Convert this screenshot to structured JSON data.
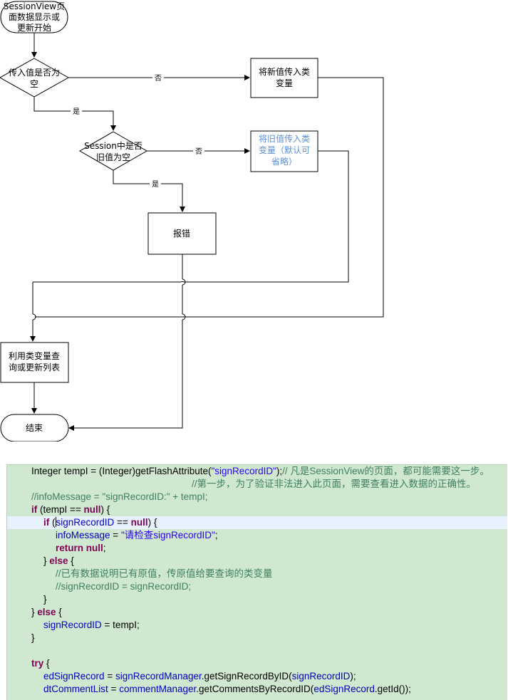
{
  "flowchart": {
    "nodes": {
      "start": [
        "SessionView页",
        "面数据显示或",
        "更新开始"
      ],
      "decision1": [
        "传入值是否为",
        "空"
      ],
      "action_new": [
        "将新值传入类",
        "变量"
      ],
      "decision2": [
        "Session中是否",
        "旧值为空"
      ],
      "action_old": [
        "将旧值传入类",
        "变量（默认可",
        "省略）"
      ],
      "error": [
        "报错"
      ],
      "query": [
        "利用类变量查",
        "询或更新列表"
      ],
      "end": [
        "结束"
      ]
    },
    "edges": {
      "no1": "否",
      "yes1": "是",
      "no2": "否",
      "yes2": "是"
    }
  },
  "code": {
    "lines": [
      {
        "indent": 0,
        "highlight": false,
        "tokens": [
          {
            "t": "Integer tempI = (Integer)getFlashAttribute(",
            "c": ""
          },
          {
            "t": "\"signRecordID\"",
            "c": "st"
          },
          {
            "t": ");",
            "c": ""
          },
          {
            "t": "// 凡是SessionView的页面，都可能需要这一步。",
            "c": "cm"
          }
        ]
      },
      {
        "indent": 0,
        "highlight": false,
        "tokens": [
          {
            "t": "                                                            //第一步，为了验证非法进入此页面，需要查看进入数据的正确性。",
            "c": "cm"
          }
        ]
      },
      {
        "indent": 0,
        "highlight": false,
        "tokens": [
          {
            "t": "//infoMessage = \"signRecordID:\" + tempI;",
            "c": "cm"
          }
        ]
      },
      {
        "indent": 0,
        "highlight": false,
        "tokens": [
          {
            "t": "if",
            "c": "kw"
          },
          {
            "t": " (tempI == ",
            "c": ""
          },
          {
            "t": "null",
            "c": "kw"
          },
          {
            "t": ") {",
            "c": ""
          }
        ]
      },
      {
        "indent": 1,
        "highlight": true,
        "tokens": [
          {
            "t": "if",
            "c": "kw"
          },
          {
            "t": " (",
            "c": ""
          },
          {
            "t": "|",
            "c": "cursor"
          },
          {
            "t": "signRecordID",
            "c": "fd"
          },
          {
            "t": " == ",
            "c": ""
          },
          {
            "t": "null",
            "c": "kw"
          },
          {
            "t": ") {",
            "c": ""
          }
        ]
      },
      {
        "indent": 2,
        "highlight": false,
        "tokens": [
          {
            "t": "infoMessage",
            "c": "fd"
          },
          {
            "t": " = ",
            "c": ""
          },
          {
            "t": "\"请检查signRecordID\"",
            "c": "st"
          },
          {
            "t": ";",
            "c": ""
          }
        ]
      },
      {
        "indent": 2,
        "highlight": false,
        "tokens": [
          {
            "t": "return",
            "c": "kw"
          },
          {
            "t": " ",
            "c": ""
          },
          {
            "t": "null",
            "c": "kw"
          },
          {
            "t": ";",
            "c": ""
          }
        ]
      },
      {
        "indent": 1,
        "highlight": false,
        "tokens": [
          {
            "t": "} ",
            "c": ""
          },
          {
            "t": "else",
            "c": "kw"
          },
          {
            "t": " {",
            "c": ""
          }
        ]
      },
      {
        "indent": 2,
        "highlight": false,
        "tokens": [
          {
            "t": "//已有数据说明已有原值，传原值给要查询的类变量",
            "c": "cm"
          }
        ]
      },
      {
        "indent": 2,
        "highlight": false,
        "tokens": [
          {
            "t": "//signRecordID = signRecordID;",
            "c": "cm"
          }
        ]
      },
      {
        "indent": 1,
        "highlight": false,
        "tokens": [
          {
            "t": "}",
            "c": ""
          }
        ]
      },
      {
        "indent": 0,
        "highlight": false,
        "tokens": [
          {
            "t": "} ",
            "c": ""
          },
          {
            "t": "else",
            "c": "kw"
          },
          {
            "t": " {",
            "c": ""
          }
        ]
      },
      {
        "indent": 1,
        "highlight": false,
        "tokens": [
          {
            "t": "signRecordID",
            "c": "fd"
          },
          {
            "t": " = tempI;",
            "c": ""
          }
        ]
      },
      {
        "indent": 0,
        "highlight": false,
        "tokens": [
          {
            "t": "}",
            "c": ""
          }
        ]
      },
      {
        "indent": 0,
        "highlight": false,
        "tokens": []
      },
      {
        "indent": 0,
        "highlight": false,
        "tokens": [
          {
            "t": "try",
            "c": "kw"
          },
          {
            "t": " {",
            "c": ""
          }
        ]
      },
      {
        "indent": 1,
        "highlight": false,
        "tokens": [
          {
            "t": "edSignRecord",
            "c": "fd"
          },
          {
            "t": " = ",
            "c": ""
          },
          {
            "t": "signRecordManager",
            "c": "fd"
          },
          {
            "t": ".getSignRecordByID(",
            "c": ""
          },
          {
            "t": "signRecordID",
            "c": "fd"
          },
          {
            "t": ");",
            "c": ""
          }
        ]
      },
      {
        "indent": 1,
        "highlight": false,
        "tokens": [
          {
            "t": "dtCommentList",
            "c": "fd"
          },
          {
            "t": " = ",
            "c": ""
          },
          {
            "t": "commentManager",
            "c": "fd"
          },
          {
            "t": ".getCommentsByRecordID(",
            "c": ""
          },
          {
            "t": "edSignRecord",
            "c": "fd"
          },
          {
            "t": ".getId());",
            "c": ""
          }
        ]
      }
    ]
  }
}
